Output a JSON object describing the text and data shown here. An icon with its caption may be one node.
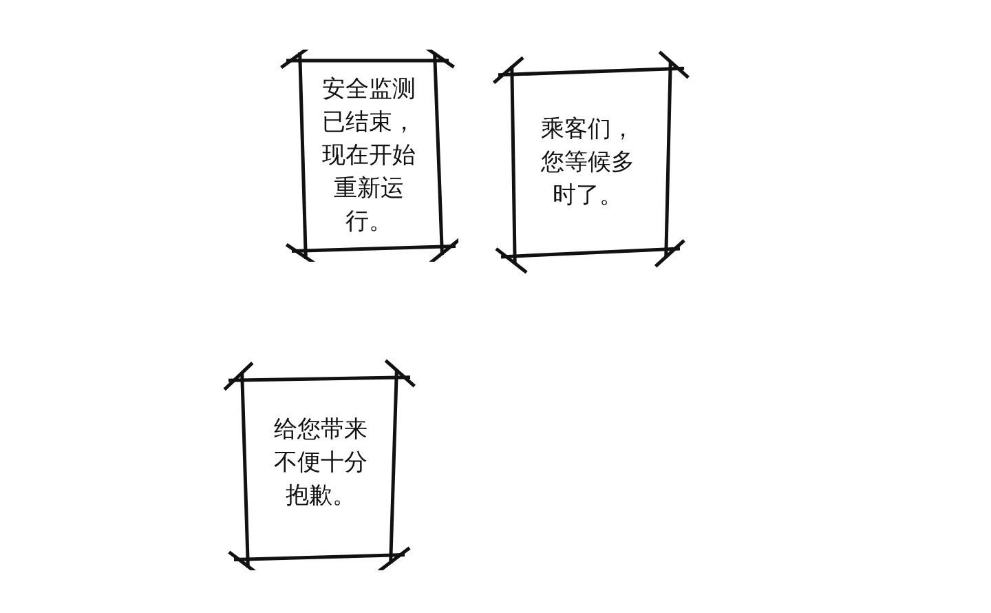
{
  "diagram": {
    "nodes": [
      {
        "text": [
          "安全监测已结束，现在开始重新运行。"
        ]
      },
      {
        "text": [
          "乘客们，您等候多时了。"
        ]
      },
      {
        "text": [
          "给您带来不便十分抱歉。"
        ]
      }
    ]
  }
}
